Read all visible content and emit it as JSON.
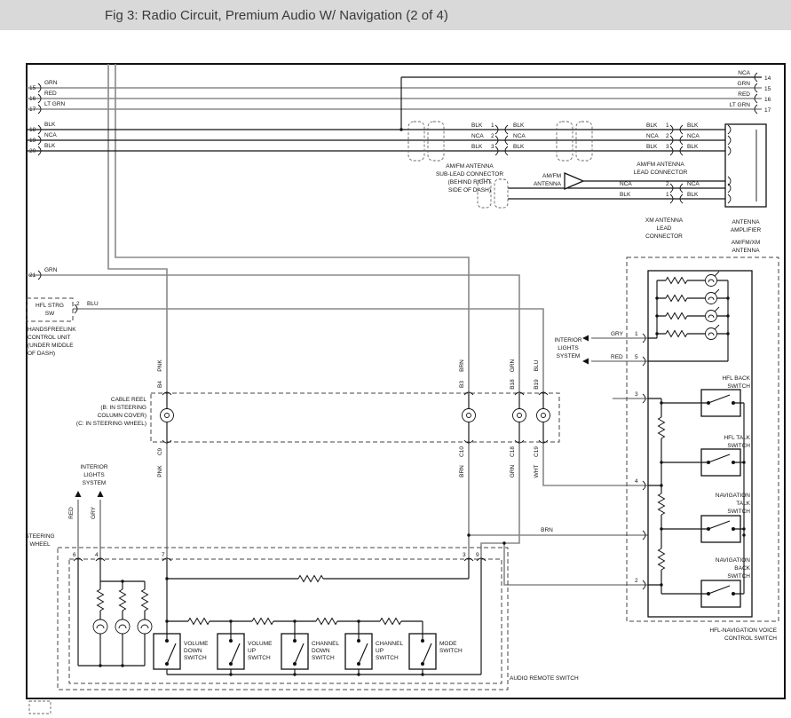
{
  "header": {
    "title": "Fig 3: Radio Circuit, Premium Audio W/ Navigation (2 of 4)"
  },
  "colors": {
    "grn": "#2f9e36",
    "lt_grn": "#53c62f",
    "red": "#cc3b32",
    "pnk": "#f097b1",
    "brn": "#6e5a07",
    "blu": "#2433c8",
    "gry": "#9c9c9c",
    "wht": "#cfcfcf",
    "blk": "#141414",
    "header_bg": "#d9d9d9",
    "title": "#3a3a3a"
  },
  "diagram": {
    "labels": [
      [
        "15",
        33,
        101
      ],
      [
        "GRN",
        50,
        95
      ],
      [
        "16",
        33,
        113
      ],
      [
        "RED",
        50,
        107
      ],
      [
        "17",
        33,
        125
      ],
      [
        "LT GRN",
        50,
        119
      ],
      [
        "18",
        33,
        148
      ],
      [
        "BLK",
        50,
        142
      ],
      [
        "19",
        33,
        160
      ],
      [
        "NCA",
        50,
        154
      ],
      [
        "20",
        33,
        172
      ],
      [
        "BLK",
        50,
        166
      ],
      [
        "21",
        33,
        312
      ],
      [
        "GRN",
        50,
        306
      ],
      [
        "NCA",
        845,
        84,
        "e"
      ],
      [
        "14",
        861,
        90
      ],
      [
        "GRN",
        845,
        96,
        "e"
      ],
      [
        "15",
        861,
        102
      ],
      [
        "RED",
        845,
        108,
        "e"
      ],
      [
        "16",
        861,
        114
      ],
      [
        "LT GRN",
        845,
        120,
        "e"
      ],
      [
        "17",
        861,
        126
      ],
      [
        "BLK",
        531,
        143
      ],
      [
        "1",
        553,
        143
      ],
      [
        "NCA",
        531,
        155
      ],
      [
        "2",
        553,
        155
      ],
      [
        "BLK",
        531,
        167
      ],
      [
        "3",
        553,
        167
      ],
      [
        "BLK",
        578,
        143
      ],
      [
        "NCA",
        578,
        155
      ],
      [
        "BLK",
        578,
        167
      ],
      [
        "AM/FM ANTENNA",
        529,
        189,
        "m"
      ],
      [
        "SUB-LEAD CONNECTOR",
        529,
        198,
        "m"
      ],
      [
        "(BEHIND RIGHT",
        529,
        207,
        "m"
      ],
      [
        "SIDE OF DASH)",
        529,
        216,
        "m"
      ],
      [
        "AM/FM",
        632,
        200,
        "e"
      ],
      [
        "ANTENNA",
        632,
        209,
        "e"
      ],
      [
        "AM/FM ANTENNA",
        744,
        187,
        "m"
      ],
      [
        "LEAD CONNECTOR",
        744,
        196,
        "m"
      ],
      [
        "BLK",
        728,
        143
      ],
      [
        "1",
        750,
        143
      ],
      [
        "NCA",
        728,
        155
      ],
      [
        "2",
        750,
        155
      ],
      [
        "BLK",
        728,
        167
      ],
      [
        "3",
        750,
        167
      ],
      [
        "BLK",
        774,
        143
      ],
      [
        "NCA",
        774,
        155
      ],
      [
        "BLK",
        774,
        167
      ],
      [
        "NCA",
        698,
        209
      ],
      [
        "2",
        750,
        209
      ],
      [
        "NCA",
        774,
        209
      ],
      [
        "BLK",
        698,
        221
      ],
      [
        "1",
        750,
        221
      ],
      [
        "BLK",
        774,
        221
      ],
      [
        "XM ANTENNA",
        748,
        250,
        "m"
      ],
      [
        "LEAD",
        748,
        259,
        "m"
      ],
      [
        "CONNECTOR",
        748,
        268,
        "m"
      ],
      [
        "ANTENNA",
        840,
        252,
        "m"
      ],
      [
        "AMPLIFIER",
        840,
        261,
        "m"
      ],
      [
        "AM/FM/XM",
        840,
        275,
        "m"
      ],
      [
        "ANTENNA",
        840,
        284,
        "m"
      ],
      [
        "HFL STRG",
        56,
        346,
        "m"
      ],
      [
        "SW",
        56,
        355,
        "m"
      ],
      [
        "2",
        86,
        344
      ],
      [
        "BLU",
        98,
        344
      ],
      [
        "HANDSFREELINK",
        31,
        373
      ],
      [
        "CONTROL UNIT",
        31,
        382
      ],
      [
        "(UNDER MIDDLE",
        31,
        391
      ],
      [
        "OF DASH)",
        31,
        400
      ],
      [
        "CABLE REEL",
        165,
        452,
        "e"
      ],
      [
        "(B: IN STEERING",
        165,
        461,
        "e"
      ],
      [
        "COLUMN COVER)",
        165,
        470,
        "e"
      ],
      [
        "(C: IN STEERING WHEEL)",
        165,
        479,
        "e"
      ],
      [
        "PNK",
        182,
        412,
        "m",
        1
      ],
      [
        "B4",
        182,
        433,
        "m",
        1
      ],
      [
        "BRN",
        522,
        412,
        "m",
        1
      ],
      [
        "B3",
        522,
        433,
        "m",
        1
      ],
      [
        "GRN",
        579,
        412,
        "m",
        1
      ],
      [
        "B18",
        579,
        433,
        "m",
        1
      ],
      [
        "BLU",
        606,
        412,
        "m",
        1
      ],
      [
        "B19",
        606,
        433,
        "m",
        1
      ],
      [
        "C9",
        182,
        509,
        "m",
        1
      ],
      [
        "PNK",
        182,
        531,
        "m",
        1
      ],
      [
        "C10",
        522,
        509,
        "m",
        1
      ],
      [
        "BRN",
        522,
        531,
        "m",
        1
      ],
      [
        "C18",
        579,
        509,
        "m",
        1
      ],
      [
        "GRN",
        579,
        531,
        "m",
        1
      ],
      [
        "C19",
        606,
        509,
        "m",
        1
      ],
      [
        "WHT",
        606,
        531,
        "m",
        1
      ],
      [
        "INTERIOR",
        106,
        528,
        "m"
      ],
      [
        "LIGHTS",
        106,
        537,
        "m"
      ],
      [
        "SYSTEM",
        106,
        546,
        "m"
      ],
      [
        "RED",
        82,
        578,
        "m",
        1
      ],
      [
        "GRY",
        107,
        578,
        "m",
        1
      ],
      [
        "STEERING",
        45,
        606,
        "m"
      ],
      [
        "WHEEL",
        45,
        615,
        "m"
      ],
      [
        "6",
        82,
        627
      ],
      [
        "4",
        107,
        627
      ],
      [
        "7",
        182,
        627
      ],
      [
        "3",
        521,
        627
      ],
      [
        "9",
        536,
        627
      ],
      [
        "BRN",
        616,
        599,
        "m"
      ],
      [
        "VOLUME",
        207,
        727
      ],
      [
        "DOWN",
        207,
        735
      ],
      [
        "SWITCH",
        207,
        743
      ],
      [
        "VOLUME",
        279,
        727
      ],
      [
        "UP",
        279,
        735
      ],
      [
        "SWITCH",
        279,
        743
      ],
      [
        "CHANNEL",
        351,
        727
      ],
      [
        "DOWN",
        351,
        735
      ],
      [
        "SWITCH",
        351,
        743
      ],
      [
        "CHANNEL",
        423,
        727
      ],
      [
        "UP",
        423,
        735
      ],
      [
        "SWITCH",
        423,
        743
      ],
      [
        "MODE",
        495,
        727
      ],
      [
        "SWITCH",
        495,
        735
      ],
      [
        "AUDIO REMOTE SWITCH",
        574,
        766
      ],
      [
        "GRY",
        688,
        378
      ],
      [
        "1",
        715,
        378
      ],
      [
        "RED",
        688,
        404
      ],
      [
        "5",
        715,
        404
      ],
      [
        "INTERIOR",
        640,
        385,
        "m"
      ],
      [
        "LIGHTS",
        640,
        394,
        "m"
      ],
      [
        "SYSTEM",
        640,
        403,
        "m"
      ],
      [
        "3",
        715,
        446
      ],
      [
        "4",
        715,
        544
      ],
      [
        "2",
        715,
        656
      ],
      [
        "HFL BACK",
        845,
        428,
        "e"
      ],
      [
        "SWITCH",
        845,
        437,
        "e"
      ],
      [
        "HFL TALK",
        845,
        495,
        "e"
      ],
      [
        "SWITCH",
        845,
        504,
        "e"
      ],
      [
        "NAVIGATION",
        845,
        560,
        "e"
      ],
      [
        "TALK",
        845,
        569,
        "e"
      ],
      [
        "SWITCH",
        845,
        578,
        "e"
      ],
      [
        "NAVIGATION",
        845,
        633,
        "e"
      ],
      [
        "BACK",
        845,
        642,
        "e"
      ],
      [
        "SWITCH",
        845,
        651,
        "e"
      ],
      [
        "HFL-NAVIGATION VOICE",
        875,
        712,
        "e"
      ],
      [
        "CONTROL SWITCH",
        875,
        721,
        "e"
      ]
    ]
  }
}
